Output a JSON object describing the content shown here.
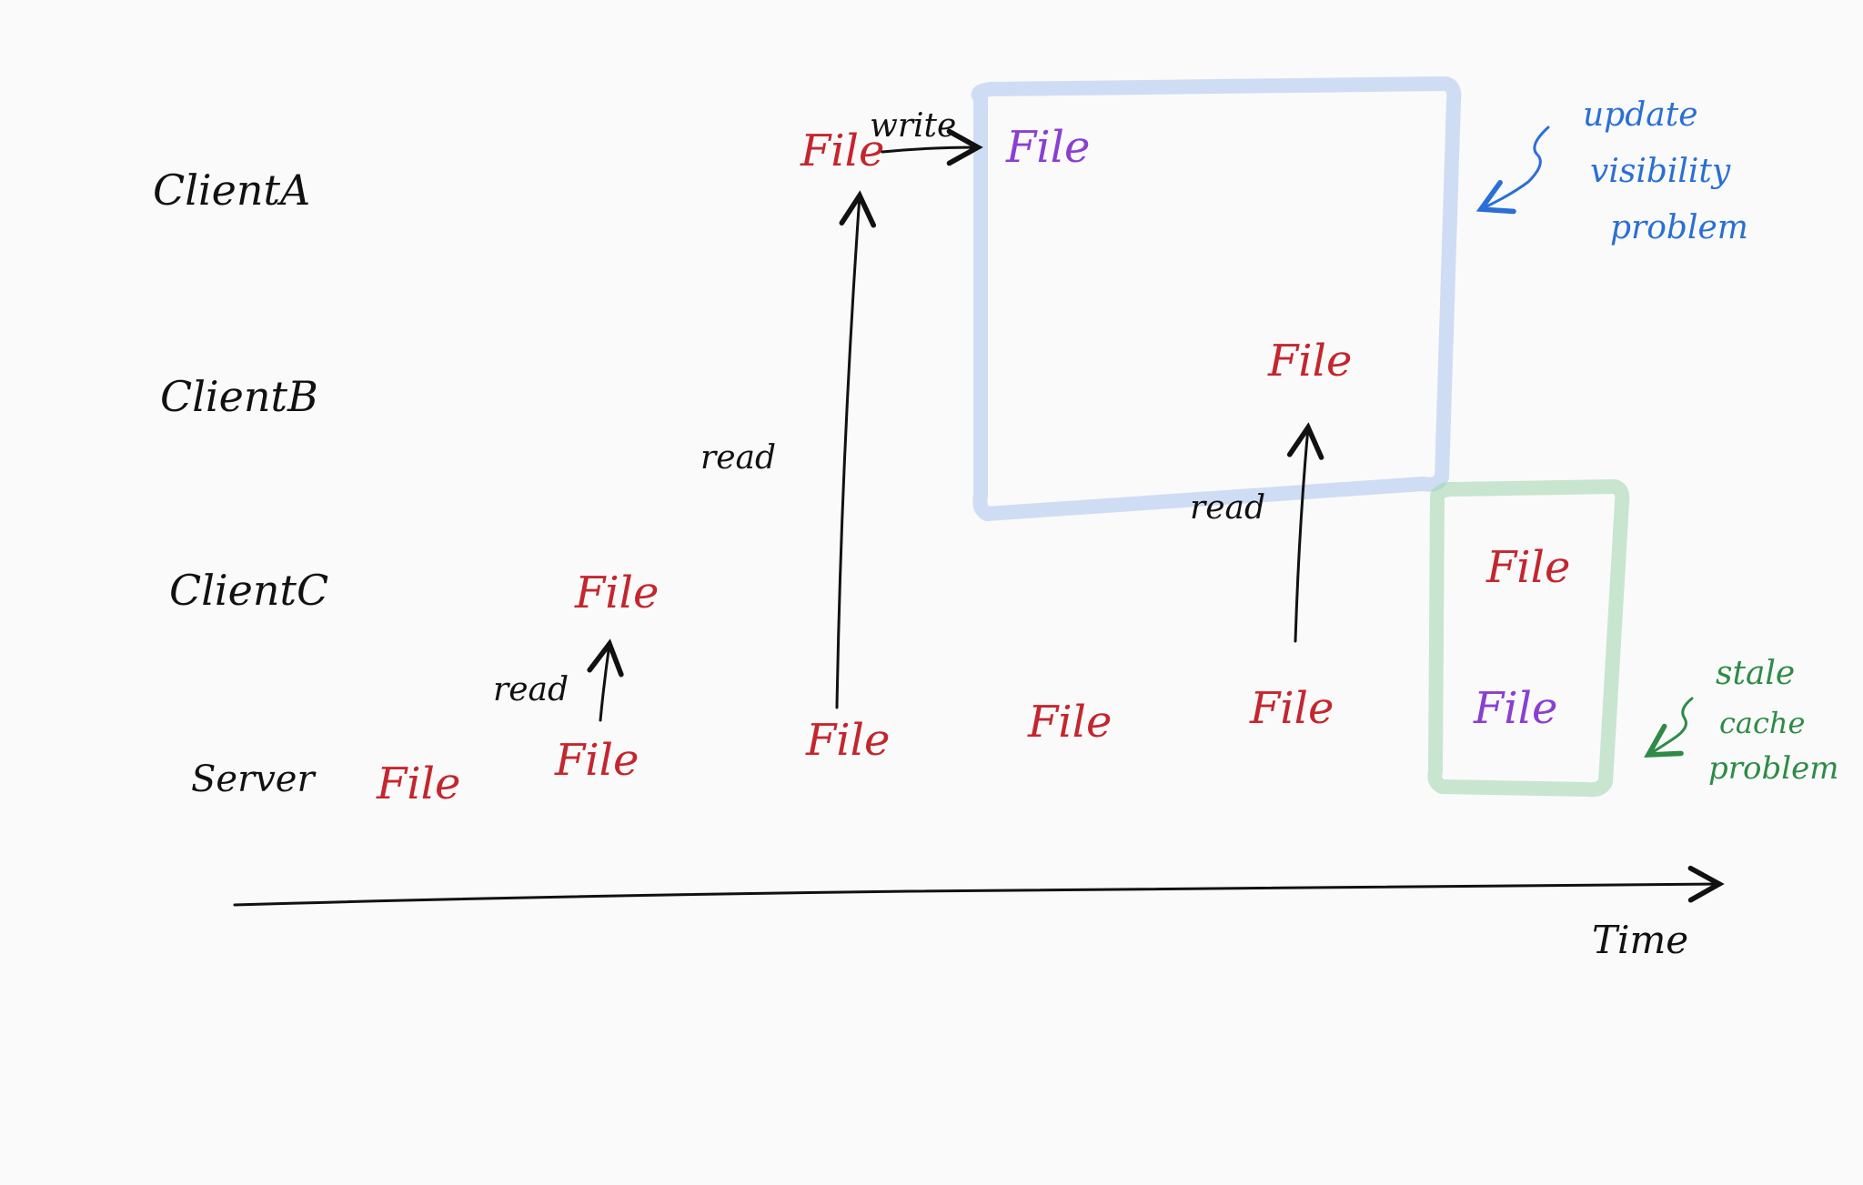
{
  "rows": {
    "client_a": "ClientA",
    "client_b": "ClientB",
    "client_c": "ClientC",
    "server": "Server"
  },
  "axis": {
    "time_label": "Time"
  },
  "nodes": {
    "file_label": "File",
    "server_file_1": "File",
    "server_file_2": "File",
    "client_c_file": "File",
    "server_file_3": "File",
    "client_a_file_old": "File",
    "client_a_file_new": "File",
    "server_file_4": "File",
    "server_file_5": "File",
    "client_b_file": "File",
    "client_c_file_cached": "File",
    "server_file_new": "File"
  },
  "edges": {
    "read_1": "read",
    "read_2": "read",
    "write": "write",
    "read_3": "read"
  },
  "annotations": {
    "update_visibility_line1": "update",
    "update_visibility_line2": "visibility",
    "update_visibility_line3": "problem",
    "stale_cache_line1": "stale",
    "stale_cache_line2": "cache",
    "stale_cache_line3": "problem"
  },
  "colors": {
    "background": "#fafafa",
    "ink": "#111111",
    "file_old": "#c4262e",
    "file_new": "#8a3fd1",
    "update_visibility": "#2a6fd6",
    "stale_cache": "#2e8b47"
  }
}
